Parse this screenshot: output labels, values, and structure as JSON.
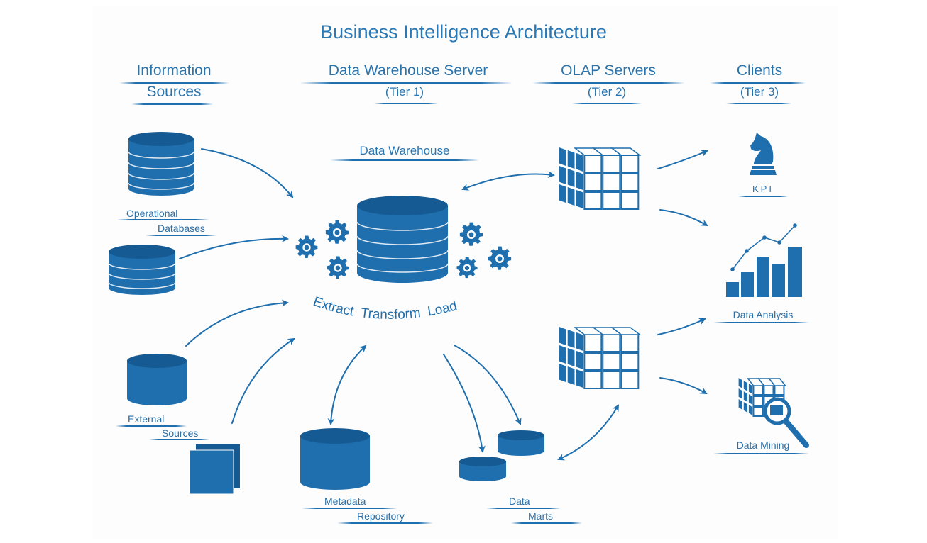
{
  "title": "Business Intelligence Architecture",
  "colors": {
    "primary": "#1f6fae",
    "dark": "#155a92",
    "text": "#2a74ad",
    "background": "#ffffff"
  },
  "tiers": [
    {
      "name": "Information",
      "name2": "Sources",
      "tier": ""
    },
    {
      "name": "Data Warehouse Server",
      "tier": "(Tier 1)"
    },
    {
      "name": "OLAP Servers",
      "tier": "(Tier 2)"
    },
    {
      "name": "Clients",
      "tier": "(Tier 3)"
    }
  ],
  "sources": {
    "operational": {
      "line1": "Operational",
      "line2": "Databases"
    },
    "external": {
      "line1": "External",
      "line2": "Sources"
    }
  },
  "warehouse": {
    "label": "Data Warehouse",
    "etl_label": "Extract  Transform  Load"
  },
  "metadata": {
    "line1": "Metadata",
    "line2": "Repository"
  },
  "marts": {
    "line1": "Data",
    "line2": "Marts"
  },
  "clients": [
    {
      "label": "KPI",
      "icon": "chess-knight-icon"
    },
    {
      "label": "Data Analysis",
      "icon": "bar-chart-icon"
    },
    {
      "label": "Data Mining",
      "icon": "cube-magnifier-icon"
    }
  ]
}
